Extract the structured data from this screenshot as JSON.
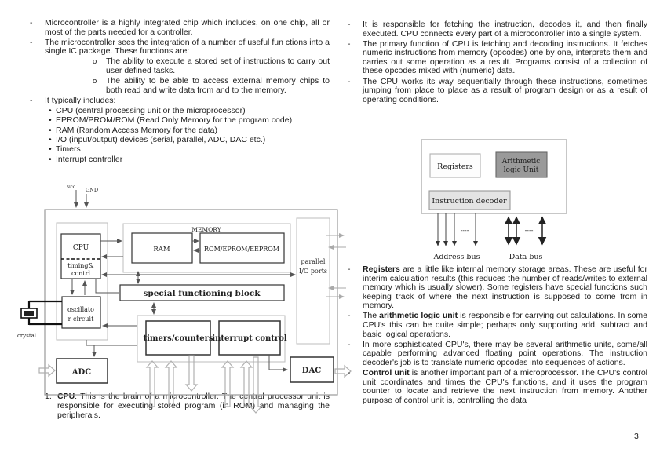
{
  "page": {
    "number": "3"
  },
  "markers": {
    "dash": "-",
    "circle": "o",
    "bullet": "•"
  },
  "colors": {
    "box_border": "#333333",
    "group_border": "#bdbdbd",
    "outer_border": "#999999",
    "alu_fill": "#9a9a9a",
    "decoder_fill": "#e4e4e4",
    "fat_arrow": "#b0b0b0"
  },
  "left": {
    "dash_items": [
      "Microcontroller is a highly integrated chip which includes, on one chip, all or most of the parts needed for a controller.",
      "The microcontroller sees the integration of a number of useful fun ctions into a single IC package. These functions are:",
      "It typically includes:"
    ],
    "sub_items": [
      "The ability to execute a stored set of instructions to carry out user defined tasks.",
      "The ability to be able to access external memory chips to both read and write data from and to the memory."
    ],
    "bullets": [
      "CPU (central processing unit or the microprocessor)",
      "EPROM/PROM/ROM (Read Only Memory for the program code)",
      "RAM (Random Access Memory for the data)",
      "I/O (input/output) devices (serial, parallel, ADC, DAC etc.)",
      "Timers",
      "Interrupt controller"
    ],
    "caption": {
      "num": "1.",
      "bold": "CPU",
      "rest": ": This is the brain of a microcontroller. The central processor unit is responsible for executing stored program (in ROM) and managing the peripherals."
    }
  },
  "right": {
    "para1": [
      "It is responsible for fetching the instruction, decodes it, and then finally executed. CPU connects every part of a microcontroller into a single system.",
      "The primary function of CPU is fetching and decoding instructions. It fetches numeric instructions from memory (opcodes) one by one, interprets them and carries out some operation as a result. Programs consist of a collection of these opcodes mixed with (numeric) data.",
      "The CPU works its way sequentially through these instructions, sometimes jumping from place to place as a result of program design or as a result of operating conditions."
    ],
    "para2": [
      {
        "pre": "",
        "bold": "Registers",
        "rest": " are a little like internal memory storage areas.  These are useful for interim calculation results (this reduces the number of reads/writes to external memory which is usually slower).  Some registers have special functions such keeping track of where the next instruction is supposed to come from in memory."
      },
      {
        "pre": "The ",
        "bold": "arithmetic logic unit",
        "rest": " is responsible for carrying out calculations. In some CPU's this can be quite simple; perhaps only supporting add, subtract and basic logical operations."
      },
      {
        "pre": "",
        "bold": "",
        "rest": "In more sophisticated CPU's, there may be several arithmetic units, some/all capable performing advanced floating point operations. The instruction decoder's job is to translate numeric opcodes into sequences of actions."
      },
      {
        "pre": "",
        "bold": "Control unit",
        "rest": " is another important part of a microprocessor. The CPU's control unit coordinates and times the CPU's functions, and it uses the program counter to locate and retrieve the next instruction from memory. Another purpose of control unit is, controlling the data"
      }
    ]
  },
  "diagram1": {
    "vcc": "vcc",
    "gnd": "GND",
    "crystal": "crystal",
    "cpu": "CPU",
    "timing1": "timing&",
    "timing2": "contrl",
    "osc1": "oscillato",
    "osc2": "r circuit",
    "memory": "MEMORY",
    "ram": "RAM",
    "rom": "ROM/EPROM/EEPROM",
    "sfb": "special functioning block",
    "timers": "timers/counters",
    "interrupt": "interrupt control",
    "pio1": "parallel",
    "pio2": "I/O ports",
    "adc": "ADC",
    "dac": "DAC"
  },
  "diagram2": {
    "registers": "Registers",
    "alu1": "Arithmetic",
    "alu2": "logic Unit",
    "decoder": "Instruction decoder",
    "dots1": "----",
    "dots2": "----",
    "address_bus": "Address bus",
    "data_bus": "Data bus"
  }
}
